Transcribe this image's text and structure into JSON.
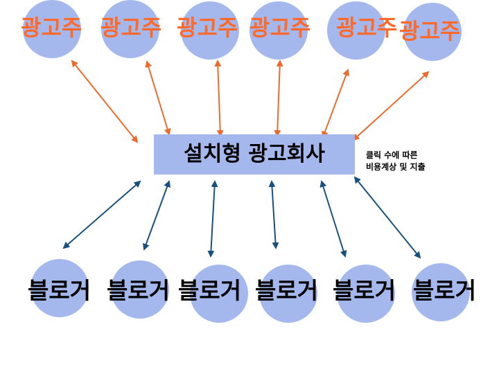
{
  "colors": {
    "node_fill": "#a4b8ee",
    "advertiser_text": "#ff6a2a",
    "advertiser_arrow": "#ec6a2c",
    "blogger_arrow": "#17507e",
    "text": "#000000"
  },
  "center": {
    "label": "설치형 광고회사"
  },
  "note": {
    "line1": "클릭 수에 따른",
    "line2": "비용계상 및 지출"
  },
  "advertisers": [
    {
      "label": "광고주"
    },
    {
      "label": "광고주"
    },
    {
      "label": "광고주"
    },
    {
      "label": "광고주"
    },
    {
      "label": "광고주"
    },
    {
      "label": "광고주"
    }
  ],
  "bloggers": [
    {
      "label": "블로거"
    },
    {
      "label": "블로거"
    },
    {
      "label": "블로거"
    },
    {
      "label": "블로거"
    },
    {
      "label": "블로거"
    },
    {
      "label": "블로거"
    }
  ]
}
